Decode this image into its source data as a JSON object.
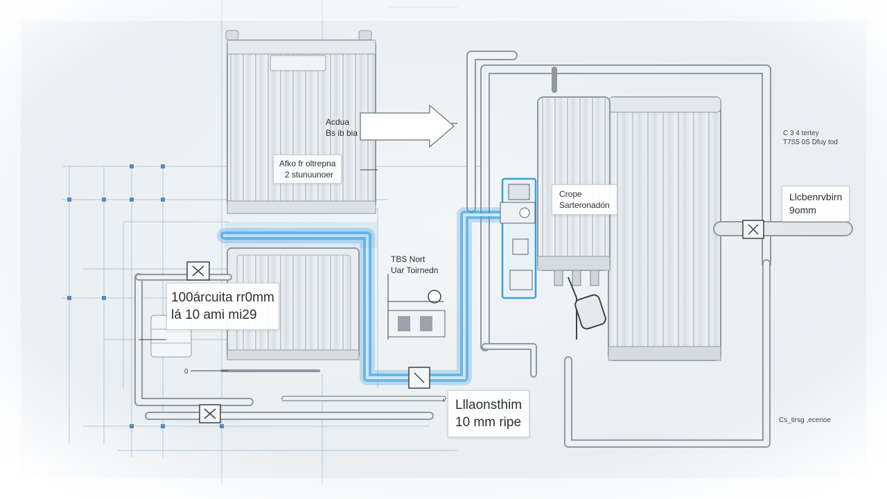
{
  "labels": {
    "acdua_title": "Acdua",
    "acdua_sub": "Bs ib bia",
    "afko_title": "Afko fr oltrepna",
    "afko_sub": "2 stunuunoer",
    "crope_title": "Crope",
    "crope_sub": "Sarteronadón",
    "lichen_title": "Llcbenrvbirn",
    "lichen_sub": "9omm",
    "left_title": "100árcuita rr0mm",
    "left_sub": "lá 10 ami mi29",
    "mid_title": "TBS Nort",
    "mid_sub": "Uar Toirnedn",
    "bottom_title": "Lllaonsthim",
    "bottom_sub": "10 mm ripe",
    "topright_title": "C 3 4 tertey",
    "topright_sub": "T7S5 0S Dfuy tod",
    "bottomright": "Cs_tirsg ,ecenoe",
    "mark_zero": "0"
  },
  "colors": {
    "background": "#eef1f3",
    "pipe": "#c6ccd2",
    "pipe_outline": "#8f98a1",
    "accent_blue": "#3a9ee0",
    "panel": "#e9edf0",
    "grid": "#7da6cc"
  },
  "icons": [
    "arrow-right-icon",
    "valve-icon",
    "junction-box-icon",
    "radiator-icon",
    "pressure-gauge-icon"
  ]
}
